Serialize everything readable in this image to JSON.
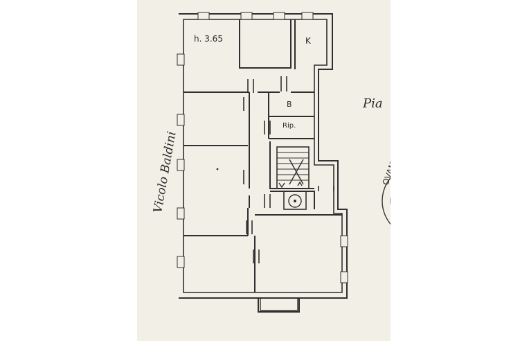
{
  "labels": {
    "ceiling_height": "h. 3.65",
    "kitchen": "K",
    "bathroom": "B",
    "storage": "Rip.",
    "street": "Vicolo Baldini",
    "square": "Pia",
    "stamp": "OVANTI ANDREA"
  },
  "colors": {
    "paper": "#f1efe6",
    "ink": "#2f2f2f",
    "wall_fill": "#e8e6dd"
  }
}
